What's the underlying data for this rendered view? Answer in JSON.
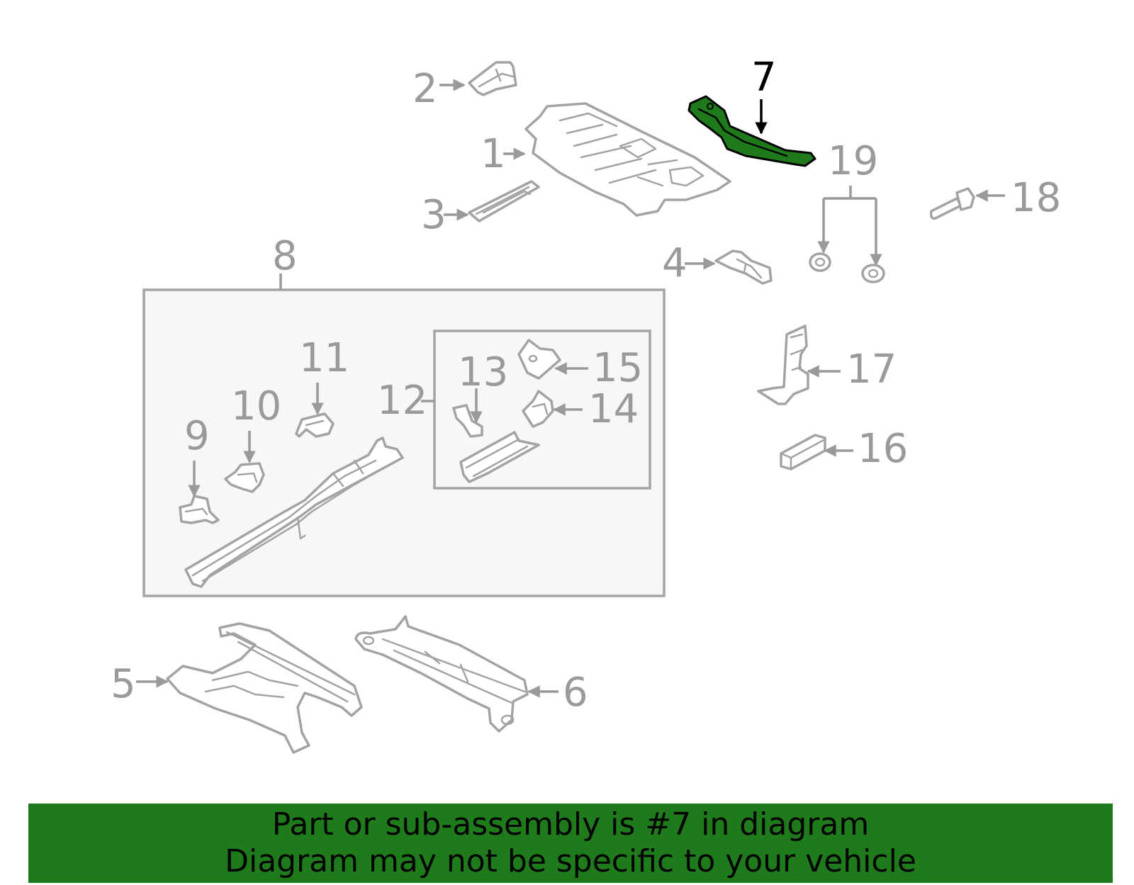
{
  "diagram": {
    "callouts": [
      "1",
      "2",
      "3",
      "4",
      "5",
      "6",
      "7",
      "8",
      "9",
      "10",
      "11",
      "12",
      "13",
      "14",
      "15",
      "16",
      "17",
      "18",
      "19"
    ],
    "highlighted_part": "7",
    "highlight_color": "#1f7a1c"
  },
  "banner": {
    "line1": "Part or sub-assembly is #7 in diagram",
    "line2": "Diagram may not be specific to your vehicle",
    "background": "#1f7a1c"
  }
}
